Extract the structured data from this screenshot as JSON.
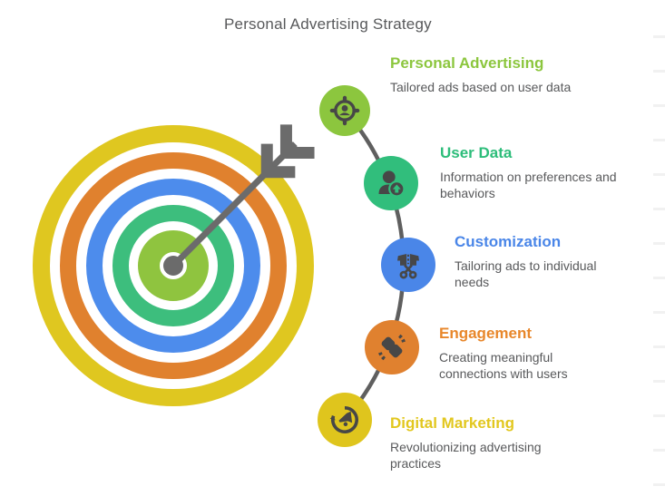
{
  "title": "Personal Advertising Strategy",
  "items": [
    {
      "title": "Personal Advertising",
      "description": "Tailored ads based on user data",
      "color": "#8cc63e",
      "icon": "person-target-icon"
    },
    {
      "title": "User Data",
      "description": "Information on preferences and behaviors",
      "color": "#31be7c",
      "icon": "user-upload-icon"
    },
    {
      "title": "Customization",
      "description": "Tailoring ads to individual needs",
      "color": "#4a86e8",
      "icon": "tailoring-scissors-icon"
    },
    {
      "title": "Engagement",
      "description": "Creating meaningful connections with users",
      "color": "#e0812f",
      "icon": "handshake-gears-icon"
    },
    {
      "title": "Digital Marketing",
      "description": "Revolutionizing advertising practices",
      "color": "#dfc51d",
      "icon": "megaphone-refresh-icon"
    }
  ],
  "target_graphic": {
    "ring_colors_outer_to_inner": [
      "#dfc720",
      "#e0812e",
      "#4d8cec",
      "#3dbe7d",
      "#8fc43f"
    ],
    "arrow_color": "#6b6b6b",
    "connector_color": "#5f5f5f"
  }
}
